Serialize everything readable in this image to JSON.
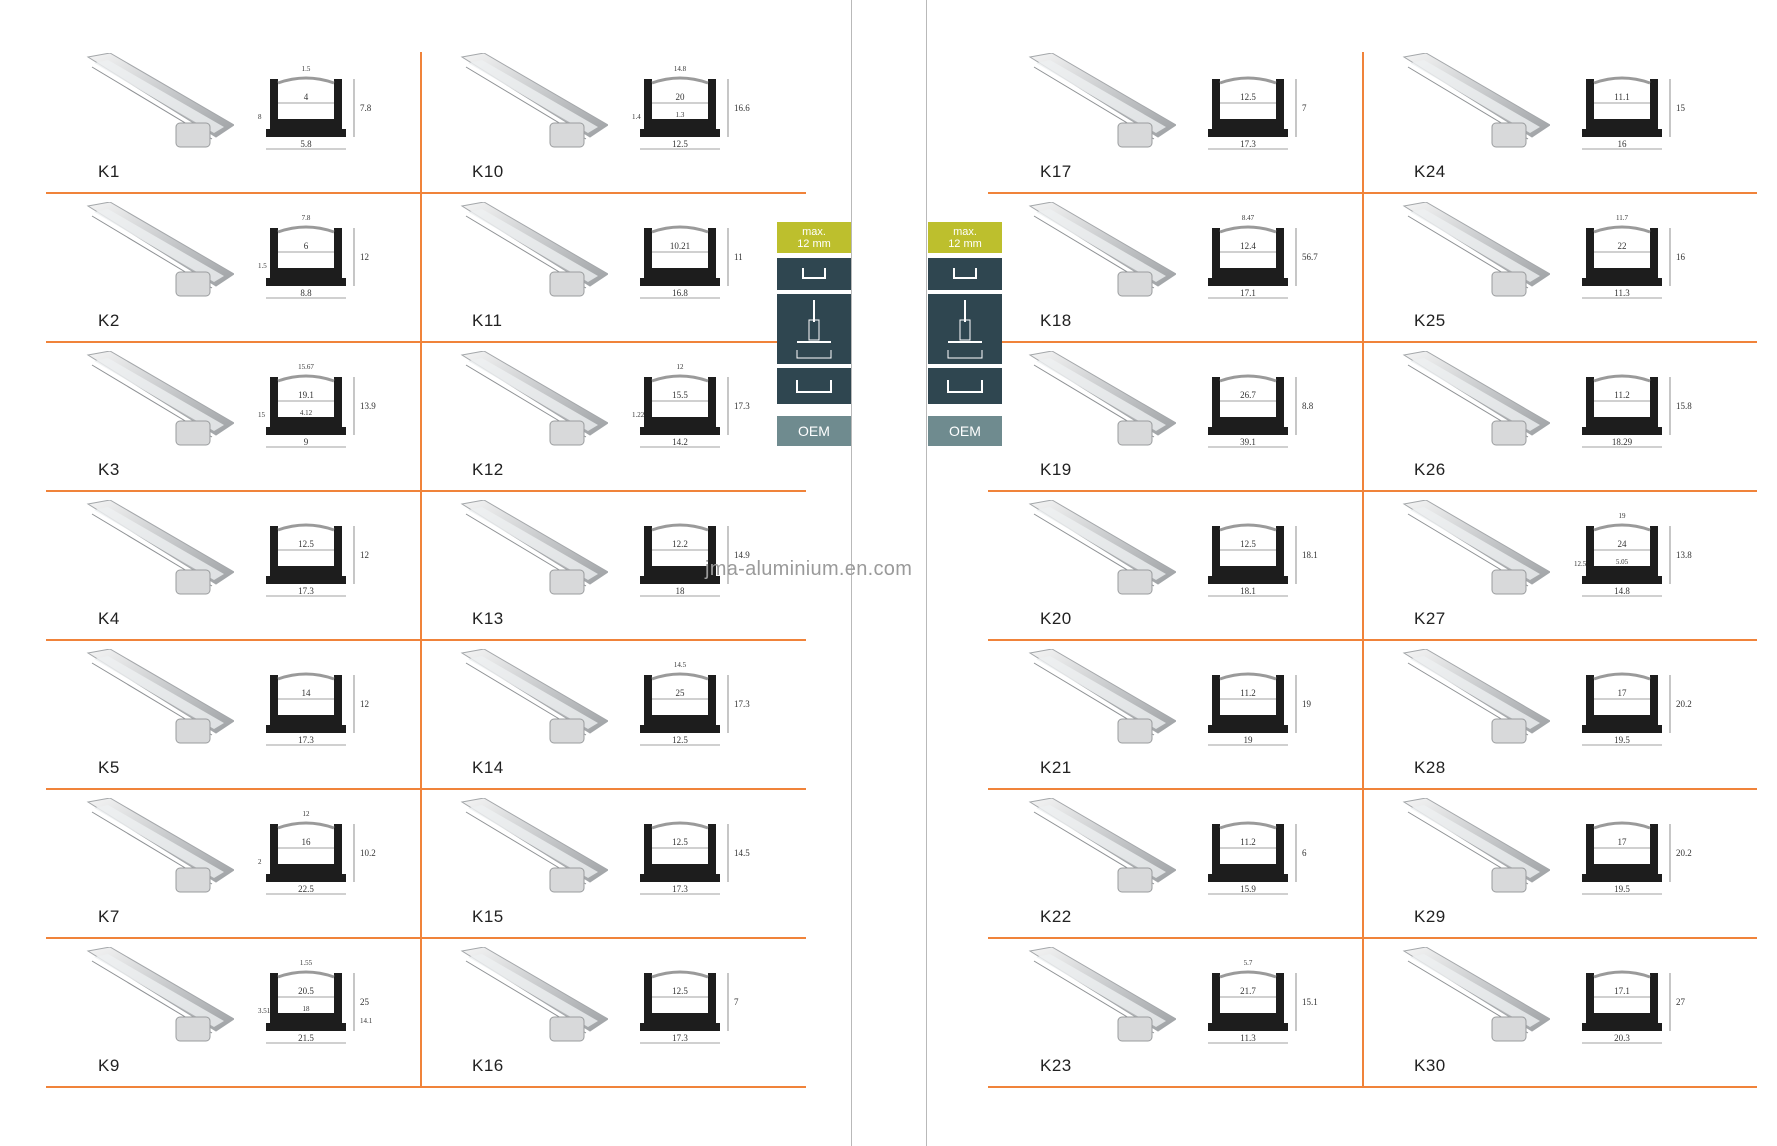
{
  "watermark": "jma-aluminium.en.com",
  "accent_color": "#f0833a",
  "side_strip": {
    "max_line1": "max.",
    "max_line2": "12 mm",
    "oem": "OEM"
  },
  "products": {
    "K1": {
      "label": "K1",
      "dims": [
        "4",
        "5.8",
        "7.8",
        "1.5",
        "8"
      ]
    },
    "K2": {
      "label": "K2",
      "dims": [
        "6",
        "8.8",
        "12",
        "7.8",
        "1.5"
      ]
    },
    "K3": {
      "label": "K3",
      "dims": [
        "19.1",
        "9",
        "13.9",
        "15.67",
        "15",
        "4.12"
      ]
    },
    "K4": {
      "label": "K4",
      "dims": [
        "12.5",
        "17.3",
        "12"
      ]
    },
    "K5": {
      "label": "K5",
      "dims": [
        "14",
        "17.3",
        "12"
      ]
    },
    "K7": {
      "label": "K7",
      "dims": [
        "16",
        "22.5",
        "10.2",
        "12",
        "2"
      ]
    },
    "K9": {
      "label": "K9",
      "dims": [
        "20.5",
        "21.5",
        "25",
        "1.55",
        "3.51",
        "18",
        "14.1"
      ]
    },
    "K10": {
      "label": "K10",
      "dims": [
        "20",
        "12.5",
        "16.6",
        "14.8",
        "1.4",
        "1.3"
      ]
    },
    "K11": {
      "label": "K11",
      "dims": [
        "10.21",
        "16.8",
        "11"
      ]
    },
    "K12": {
      "label": "K12",
      "dims": [
        "15.5",
        "14.2",
        "17.3",
        "12",
        "1.22"
      ]
    },
    "K13": {
      "label": "K13",
      "dims": [
        "12.2",
        "18",
        "14.9"
      ]
    },
    "K14": {
      "label": "K14",
      "dims": [
        "25",
        "12.5",
        "17.3",
        "14.5"
      ]
    },
    "K15": {
      "label": "K15",
      "dims": [
        "12.5",
        "17.3",
        "14.5"
      ]
    },
    "K16": {
      "label": "K16",
      "dims": [
        "12.5",
        "17.3",
        "7"
      ]
    },
    "K17": {
      "label": "K17",
      "dims": [
        "12.5",
        "17.3",
        "7"
      ]
    },
    "K18": {
      "label": "K18",
      "dims": [
        "12.4",
        "17.1",
        "56.7",
        "8.47"
      ]
    },
    "K19": {
      "label": "K19",
      "dims": [
        "26.7",
        "39.1",
        "8.8"
      ]
    },
    "K20": {
      "label": "K20",
      "dims": [
        "12.5",
        "18.1",
        "18.1"
      ]
    },
    "K21": {
      "label": "K21",
      "dims": [
        "11.2",
        "19",
        "19"
      ]
    },
    "K22": {
      "label": "K22",
      "dims": [
        "11.2",
        "15.9",
        "6"
      ]
    },
    "K23": {
      "label": "K23",
      "dims": [
        "21.7",
        "11.3",
        "15.1",
        "5.7"
      ]
    },
    "K24": {
      "label": "K24",
      "dims": [
        "11.1",
        "16",
        "15"
      ]
    },
    "K25": {
      "label": "K25",
      "dims": [
        "22",
        "11.3",
        "16",
        "11.7"
      ]
    },
    "K26": {
      "label": "K26",
      "dims": [
        "11.2",
        "18.29",
        "15.8"
      ]
    },
    "K27": {
      "label": "K27",
      "dims": [
        "24",
        "14.8",
        "13.8",
        "19",
        "12.5",
        "5.05"
      ]
    },
    "K28": {
      "label": "K28",
      "dims": [
        "17",
        "19.5",
        "20.2"
      ]
    },
    "K29": {
      "label": "K29",
      "dims": [
        "17",
        "19.5",
        "20.2"
      ]
    },
    "K30": {
      "label": "K30",
      "dims": [
        "17.1",
        "20.3",
        "27"
      ]
    }
  }
}
